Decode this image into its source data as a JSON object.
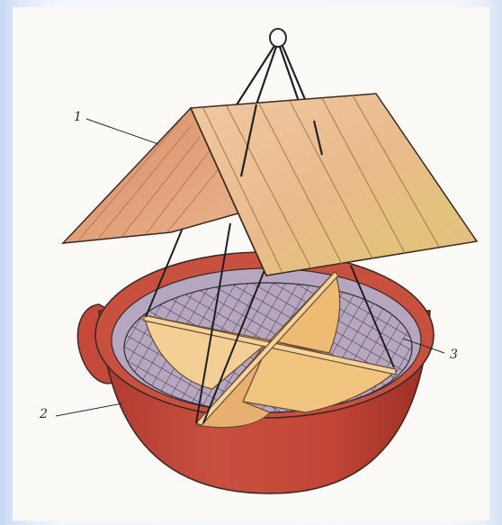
{
  "callouts": [
    {
      "id": "roof",
      "label": "1"
    },
    {
      "id": "bowl",
      "label": "2"
    },
    {
      "id": "net",
      "label": "3"
    }
  ],
  "colors": {
    "roof_wood": "#e8b98e",
    "roof_shadow": "#c97a55",
    "bowl": "#c3473a",
    "bowl_dark": "#9e2e26",
    "bowl_inner": "#b9a8c2",
    "divider": "#f0c88a",
    "net": "#2e2e3a",
    "outline": "#3b2a24"
  }
}
